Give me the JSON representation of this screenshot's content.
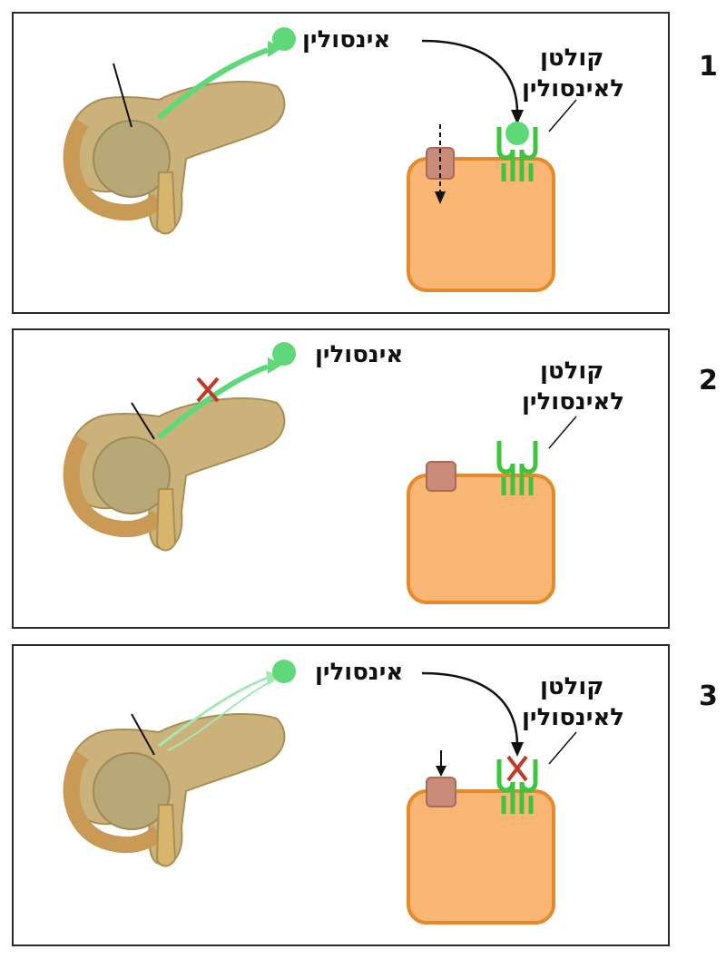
{
  "panels": [
    {
      "number": "1",
      "insulin_label": "אינסולין",
      "receptor_label_line1": "קולטן",
      "receptor_label_line2": "לאינסולין"
    },
    {
      "number": "2",
      "insulin_label": "אינסולין",
      "receptor_label_line1": "קולטן",
      "receptor_label_line2": "לאינסולין"
    },
    {
      "number": "3",
      "insulin_label": "אינסולין",
      "receptor_label_line1": "קולטן",
      "receptor_label_line2": "לאינסולין"
    }
  ],
  "colors": {
    "insulin": "#5fd87a",
    "receptor": "#3ec43e",
    "cell_fill": "#f9b574",
    "cell_stroke": "#e58a2a",
    "glucose_channel": "#c98a78",
    "pancreas": "#cbb27a",
    "cross": "#c0392b"
  }
}
